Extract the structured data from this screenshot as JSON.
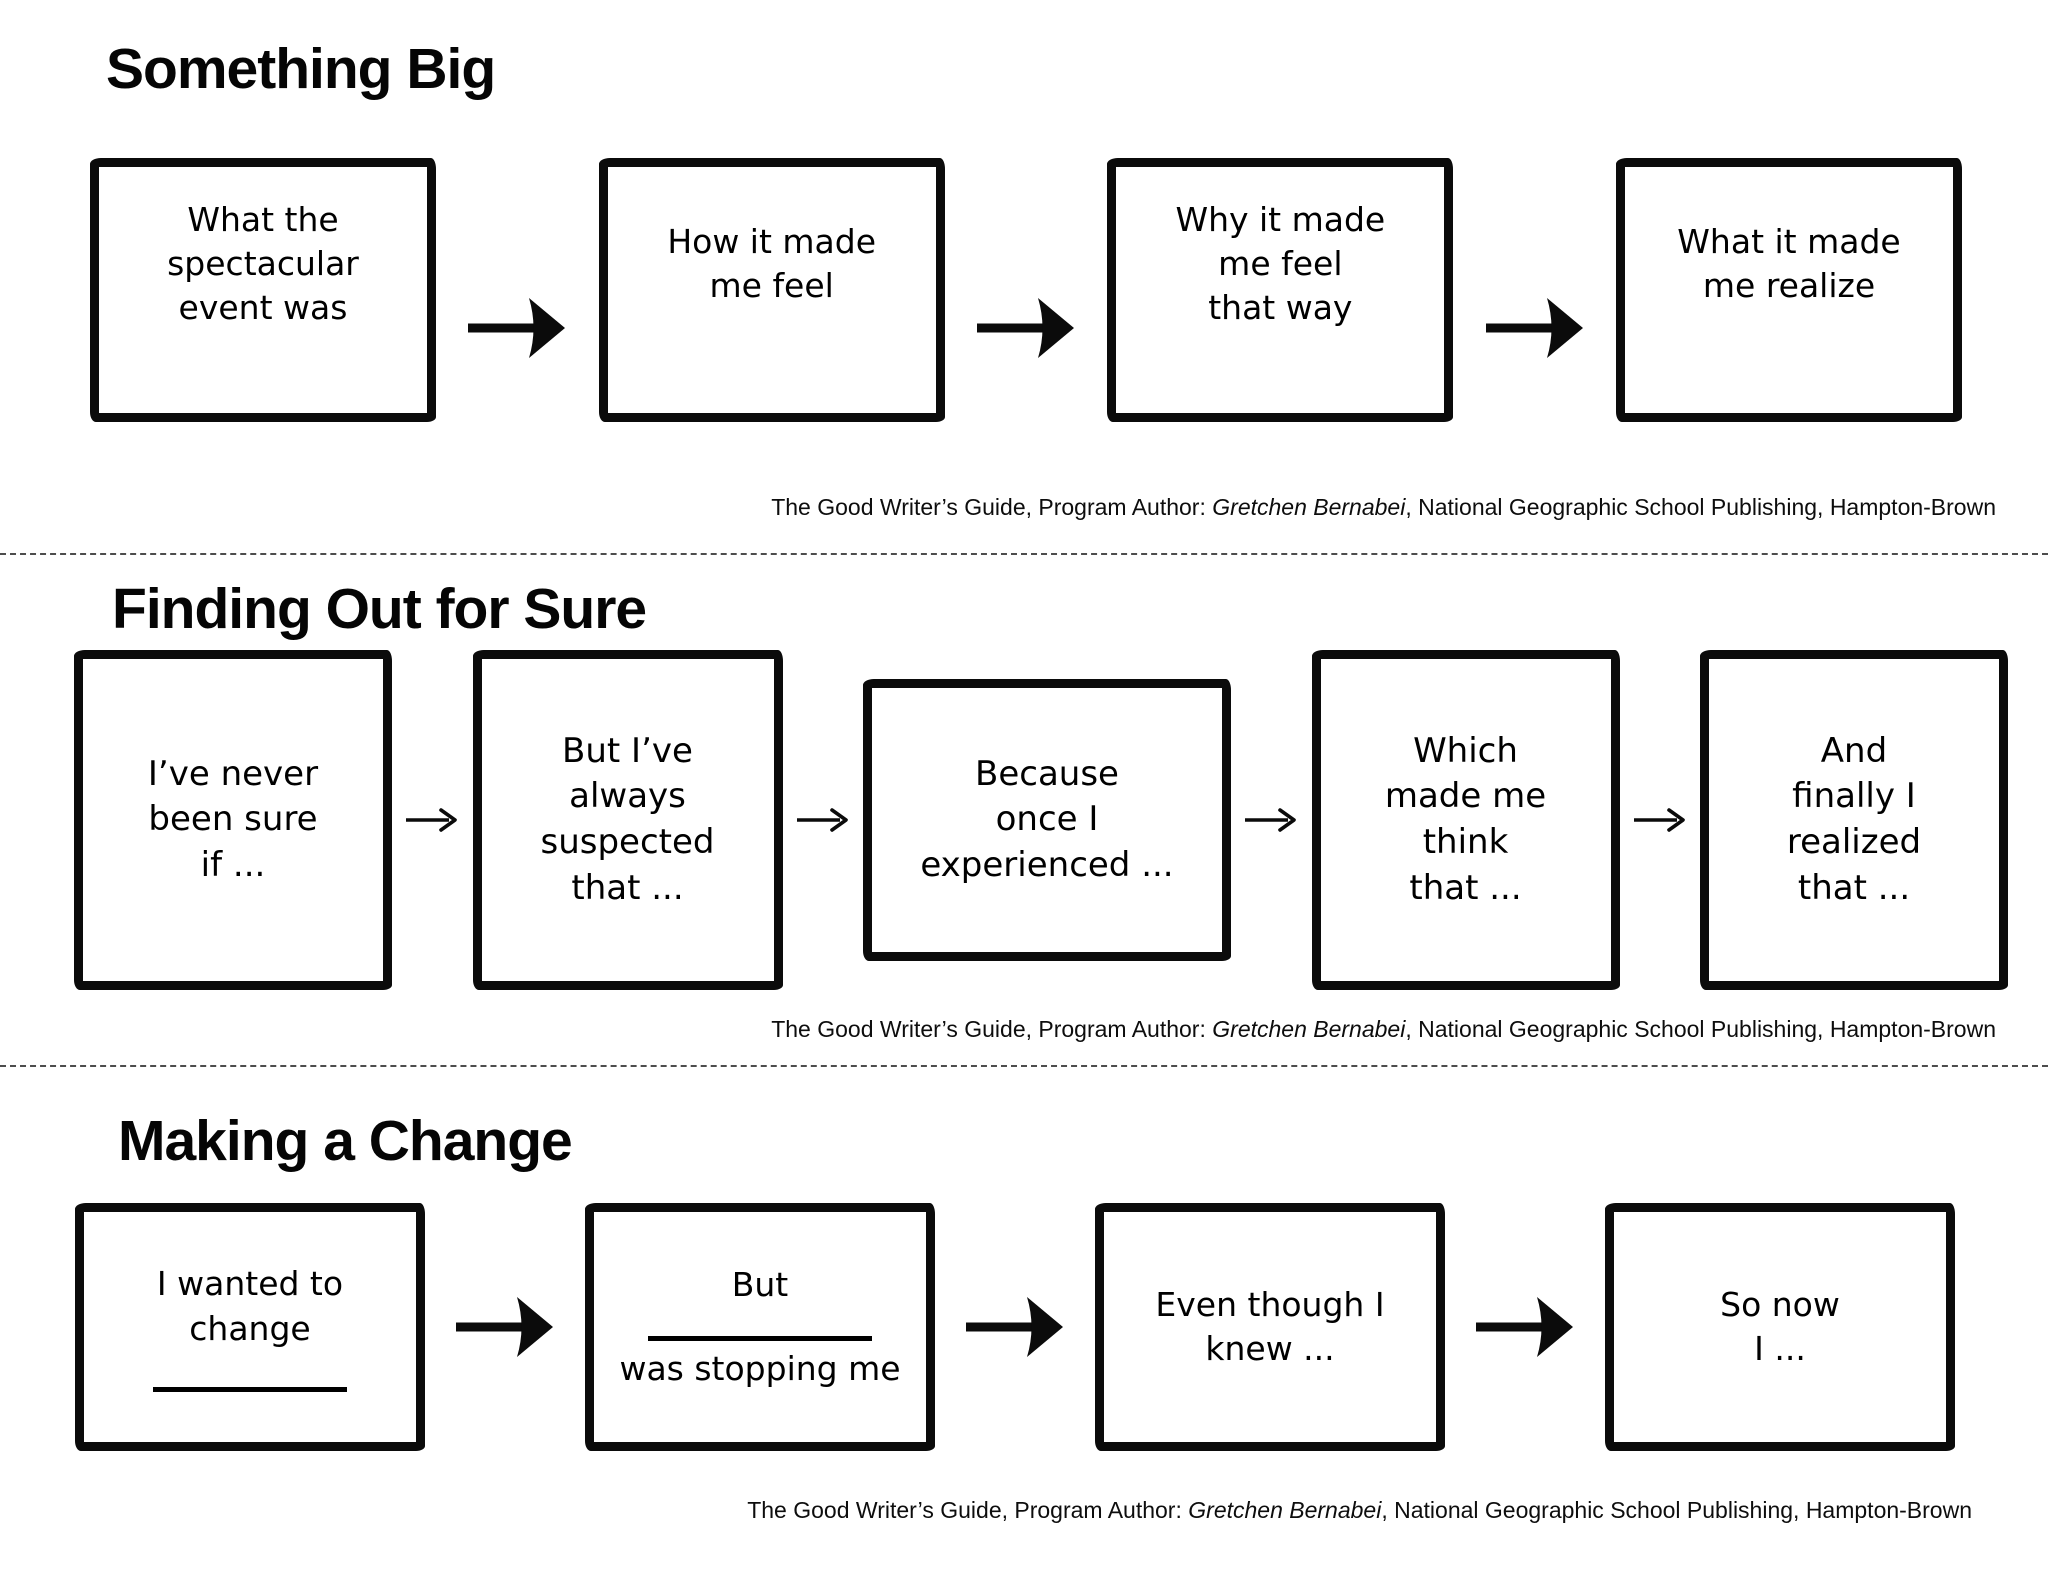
{
  "citation": {
    "prefix": "The Good Writer’s Guide, Program Author: ",
    "author": "Gretchen Bernabei",
    "suffix": ", National Geographic School Publishing, Hampton-Brown"
  },
  "sections": [
    {
      "title": "Something Big",
      "arrow": "thick",
      "boxes": [
        {
          "lines": [
            "What the",
            "spectacular",
            "event was"
          ]
        },
        {
          "lines": [
            "How it made",
            "me feel"
          ]
        },
        {
          "lines": [
            "Why it made",
            "me feel",
            "that way"
          ]
        },
        {
          "lines": [
            "What it made",
            "me realize"
          ]
        }
      ]
    },
    {
      "title": "Finding Out for Sure",
      "arrow": "thin",
      "boxes": [
        {
          "lines": [
            "I’ve never",
            "been sure",
            "if ..."
          ]
        },
        {
          "lines": [
            "But I’ve",
            "always",
            "suspected",
            "that ..."
          ]
        },
        {
          "lines": [
            "Because",
            "once I",
            "experienced ..."
          ],
          "variant": "short"
        },
        {
          "lines": [
            "Which",
            "made me",
            "think",
            "that ..."
          ]
        },
        {
          "lines": [
            "And",
            "finally I",
            "realized",
            "that ..."
          ]
        }
      ]
    },
    {
      "title": "Making a Change",
      "arrow": "thick",
      "boxes": [
        {
          "lines": [
            "I wanted to",
            "change",
            "___"
          ]
        },
        {
          "lines": [
            "But",
            "___",
            "was stopping me"
          ]
        },
        {
          "lines": [
            "Even though I",
            "knew ..."
          ]
        },
        {
          "lines": [
            "So now",
            "I ..."
          ]
        }
      ]
    }
  ]
}
